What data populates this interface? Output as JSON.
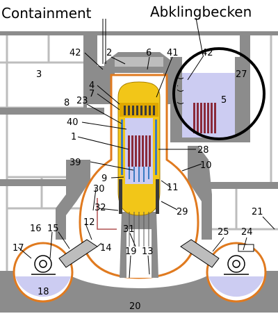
{
  "labels": {
    "containment": "Containment",
    "abklingbecken": "Abklingbecken",
    "n1": "1",
    "n2": "2",
    "n3": "3",
    "n4": "4",
    "n5": "5",
    "n6": "6",
    "n7": "7",
    "n8": "8",
    "n9": "9",
    "n10": "10",
    "n11": "11",
    "n12": "12",
    "n13": "13",
    "n14": "14",
    "n15": "15",
    "n16": "16",
    "n17": "17",
    "n18": "18",
    "n19": "19",
    "n20": "20",
    "n21": "21",
    "n23": "23",
    "n24": "24",
    "n25": "25",
    "n27": "27",
    "n28": "28",
    "n29": "29",
    "n30": "30",
    "n31": "31",
    "n32": "32",
    "n39": "39",
    "n40": "40",
    "n41": "41",
    "n42a": "42",
    "n42b": "42"
  },
  "colors": {
    "concrete": "#8c8c8c",
    "water": "#ccccf2",
    "steel_orange": "#e07a1f",
    "reactor_yellow": "#f2c618",
    "fuel_rods": "#8a2a3a",
    "coolant_blue": "#3a7ac2"
  }
}
